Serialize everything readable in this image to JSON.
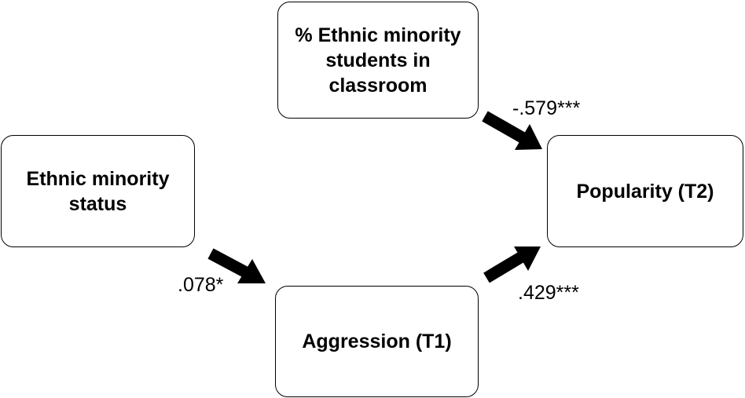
{
  "nodes": {
    "minority_pct": "% Ethnic minority\nstudents in\nclassroom",
    "ethnic_status": "Ethnic minority\nstatus",
    "popularity": "Popularity (T2)",
    "aggression": "Aggression (T1)"
  },
  "edges": [
    {
      "from": "minority_pct",
      "to": "popularity",
      "coefficient": "-.579***"
    },
    {
      "from": "ethnic_status",
      "to": "aggression",
      "coefficient": ".078*"
    },
    {
      "from": "aggression",
      "to": "popularity",
      "coefficient": ".429***"
    }
  ],
  "colors": {
    "arrow": "#000000",
    "border": "#000000",
    "background": "#ffffff"
  }
}
